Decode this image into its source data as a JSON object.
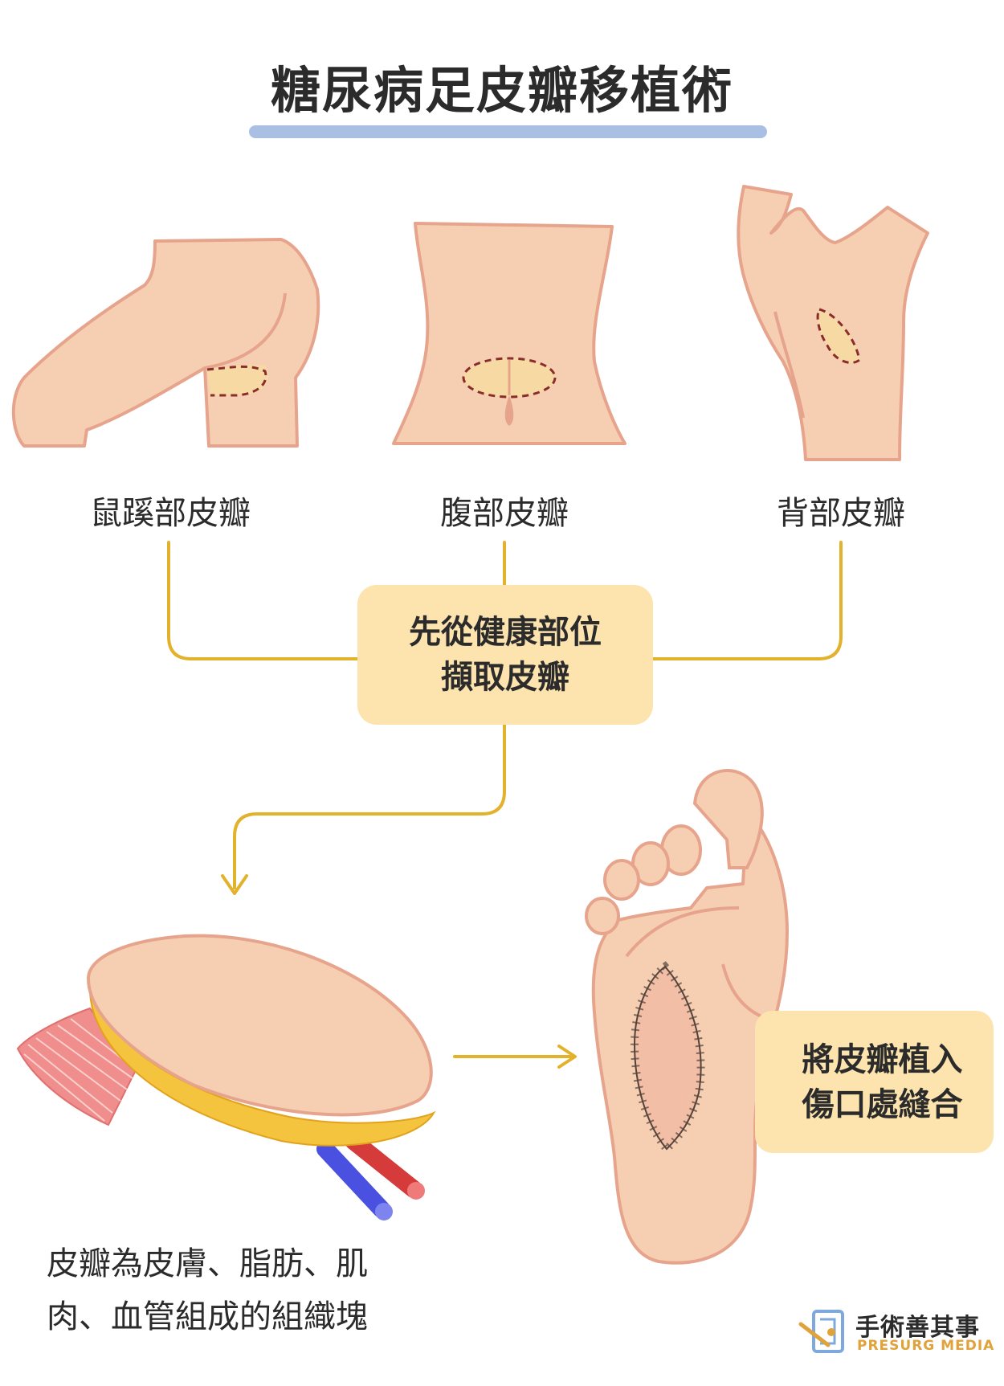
{
  "title": "糖尿病足皮瓣移植術",
  "sources": [
    {
      "label": "鼠蹊部皮瓣"
    },
    {
      "label": "腹部皮瓣"
    },
    {
      "label": "背部皮瓣"
    }
  ],
  "center_step": {
    "line1": "先從健康部位",
    "line2": "擷取皮瓣"
  },
  "final_step": {
    "line1": "將皮瓣植入",
    "line2": "傷口處縫合"
  },
  "description": {
    "line1": "皮瓣為皮膚、脂肪、肌",
    "line2": "肉、血管組成的組織塊"
  },
  "logo": {
    "name": "手術善其事",
    "english": "PRESURG MEDIA"
  },
  "colors": {
    "skin": "#f6cfb3",
    "outline": "#e7a48c",
    "connector": "#e3b22c",
    "box": "#fde3ad",
    "title_bar": "#a9bfe3",
    "incision": "#8a2c2c",
    "vein": "#4a51e0",
    "artery": "#d63b3b",
    "muscle": "#f08d8d",
    "fat": "#f5c43e"
  }
}
